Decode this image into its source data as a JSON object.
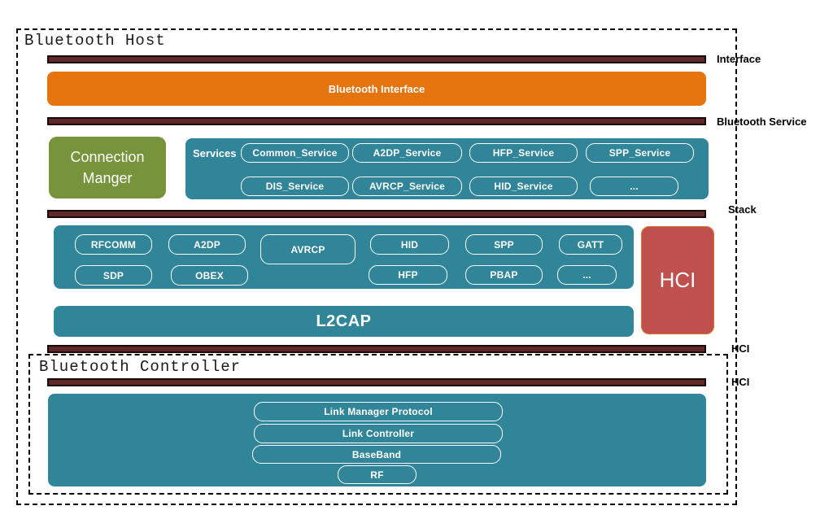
{
  "host": {
    "title": "Bluetooth Host",
    "interface_bar_label": "Bluetooth Interface",
    "connection_manager_label": "Connection Manger",
    "services": {
      "label": "Services",
      "row1": [
        "Common_Service",
        "A2DP_Service",
        "HFP_Service",
        "SPP_Service"
      ],
      "row2": [
        "DIS_Service",
        "AVRCP_Service",
        "HID_Service",
        "..."
      ]
    },
    "stack": {
      "row1": [
        "RFCOMM",
        "A2DP",
        "AVRCP",
        "HID",
        "SPP",
        "GATT"
      ],
      "row2": [
        "SDP",
        "OBEX",
        "HFP",
        "PBAP",
        "..."
      ],
      "l2cap_label": "L2CAP",
      "hci_label": "HCI"
    }
  },
  "controller": {
    "title": "Bluetooth Controller",
    "layers": [
      "Link Manager Protocol",
      "Link Controller",
      "BaseBand",
      "RF"
    ]
  },
  "side_labels": [
    "Interface",
    "Bluetooth Service",
    "Stack",
    "HCI",
    "HCI"
  ],
  "colors": {
    "teal": "#308599",
    "orange": "#E5740E",
    "green": "#77933C",
    "red": "#C0504D",
    "bus_bar_maroon": "#5E2928",
    "dashed_border": "#000000"
  }
}
